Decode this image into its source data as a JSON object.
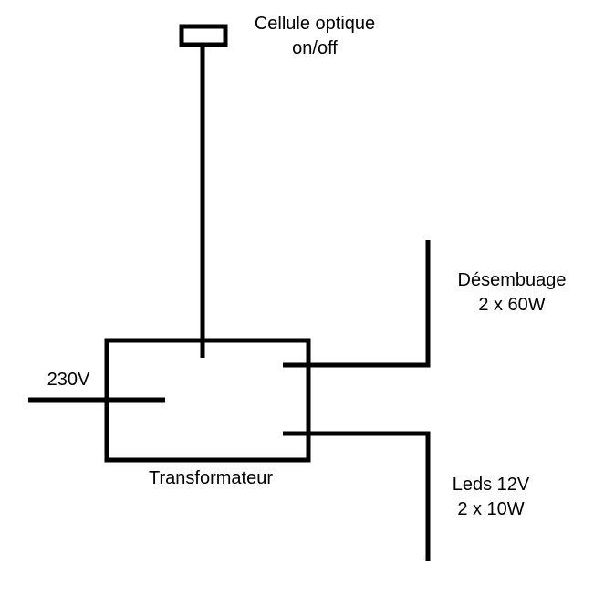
{
  "components": {
    "sensor": {
      "line1": "Cellule optique",
      "line2": "on/off"
    },
    "defogging": {
      "line1": "Désembuage",
      "line2": "2 x 60W"
    },
    "leds": {
      "line1": "Leds 12V",
      "line2": "2 x 10W"
    },
    "input": {
      "label": "230V"
    },
    "transformer": {
      "label": "Transformateur"
    }
  },
  "colors": {
    "line": "#000000",
    "background": "#ffffff"
  }
}
